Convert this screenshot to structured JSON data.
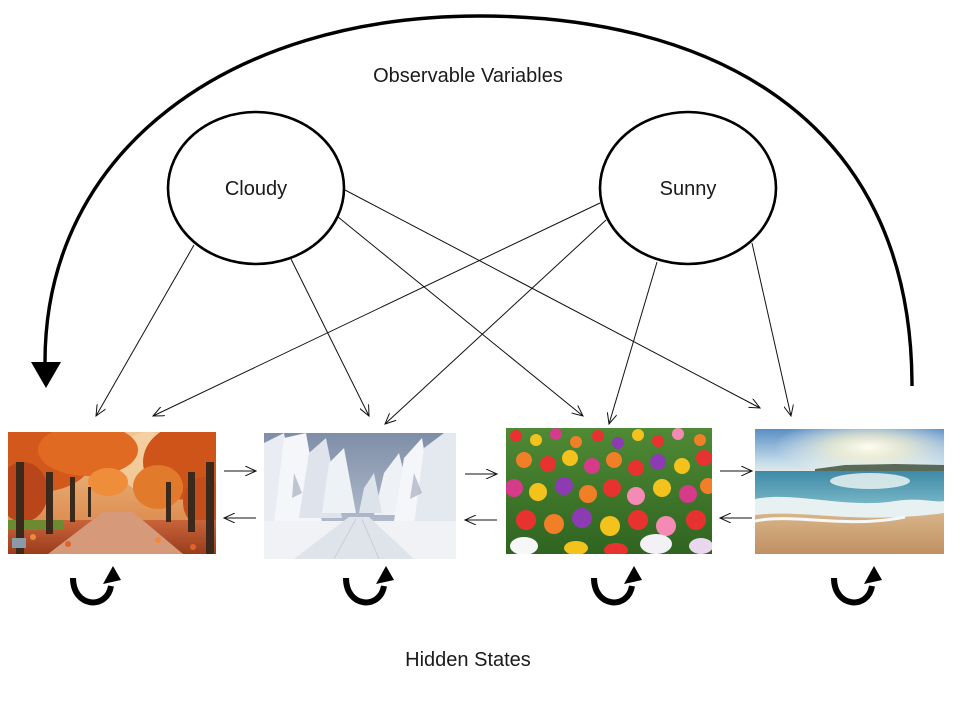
{
  "title": "Observable Variables",
  "footer": "Hidden States",
  "observables": [
    {
      "id": "cloudy",
      "label": "Cloudy"
    },
    {
      "id": "sunny",
      "label": "Sunny"
    }
  ],
  "hidden_states": [
    {
      "id": "autumn",
      "picture": "autumn tree-lined path with orange leaves"
    },
    {
      "id": "winter",
      "picture": "snowy forest road"
    },
    {
      "id": "spring",
      "picture": "field of colorful tulips"
    },
    {
      "id": "summer",
      "picture": "sunny beach with waves"
    }
  ],
  "colors": {
    "stroke": "#000000",
    "text": "#1a1a1a",
    "background": "#ffffff"
  }
}
